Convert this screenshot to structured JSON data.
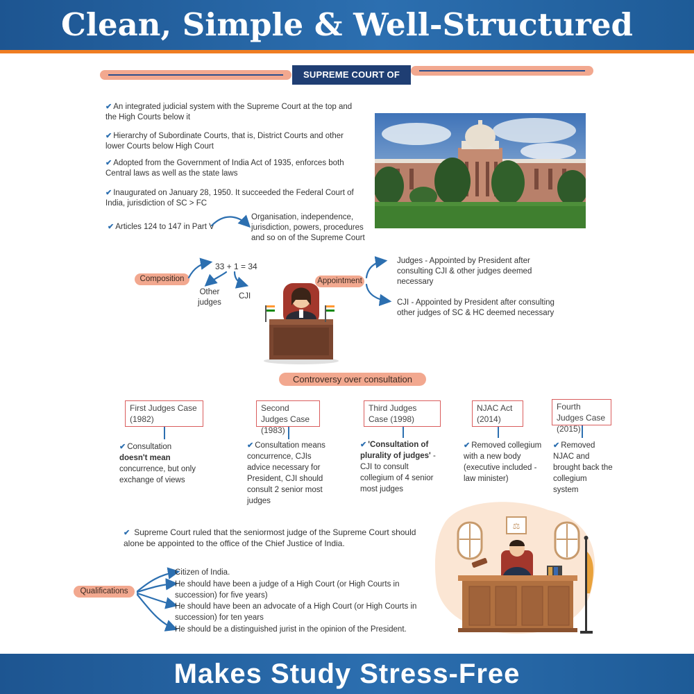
{
  "banner": {
    "top_title": "Clean, Simple & Well-Structured",
    "bottom_title": "Makes Study Stress-Free"
  },
  "section": {
    "title": "SUPREME COURT OF INDIA"
  },
  "bullets": [
    "An integrated judicial system with the Supreme Court at the top and the High Courts below it",
    "Hierarchy of Subordinate Courts, that is, District Courts and other lower Courts below High Court",
    "Adopted from the Government of India Act of 1935, enforces both Central laws as well as the state laws",
    "Inaugurated on January 28, 1950. It succeeded the Federal Court of India, jurisdiction of SC > FC",
    "Articles 124 to 147 in Part V"
  ],
  "articles_note": "Organisation, independence, jurisdiction, powers, procedures and so on of the Supreme Court",
  "composition": {
    "label": "Composition",
    "formula": "33 + 1 = 34",
    "other": "Other judges",
    "cji": "CJI"
  },
  "appointment": {
    "label": "Appointment",
    "judges": "Judges - Appointed by President after consulting CJI & other judges deemed necessary",
    "cji": "CJI - Appointed by President after consulting other judges of SC & HC deemed necessary"
  },
  "controversy": {
    "title": "Controversy over consultation",
    "cases": [
      {
        "title": "First Judges Case (1982)",
        "pre": "Consultation ",
        "bold": "doesn't mean",
        "post": " concurrence, but only exchange of views"
      },
      {
        "title": "Second Judges Case (1983)",
        "pre": "Consultation means concurrence, CJIs advice necessary for President, CJI should consult 2 senior most judges",
        "bold": "",
        "post": ""
      },
      {
        "title": "Third Judges Case (1998)",
        "pre": "",
        "bold": "'Consultation of plurality of judges'",
        "post": " - CJI to consult collegium of 4 senior most judges"
      },
      {
        "title": "NJAC Act (2014)",
        "pre": "Removed collegium with a new body (executive included - law minister)",
        "bold": "",
        "post": ""
      },
      {
        "title": "Fourth Judges Case (2015)",
        "pre": "Removed NJAC and brought back the collegium system",
        "bold": "",
        "post": ""
      }
    ]
  },
  "ruling": "Supreme Court ruled that the seniormost judge of the Supreme Court should alone be appointed to the office of the Chief Justice of India.",
  "qualifications": {
    "label": "Qualifications",
    "items": [
      "Citizen of India.",
      "He should have been a judge of a High Court (or High Courts in succession) for five years)",
      "He should have been an advocate of a High Court (or High Courts in succession) for ten years",
      "He should be a distinguished jurist in the opinion of the President."
    ]
  },
  "colors": {
    "banner": "#2c6fb0",
    "accent_orange": "#ef7d22",
    "salmon": "#f2a88f",
    "navy": "#1f3e73",
    "box_border": "#d95c5c",
    "arrow_blue": "#2c6fb0"
  }
}
